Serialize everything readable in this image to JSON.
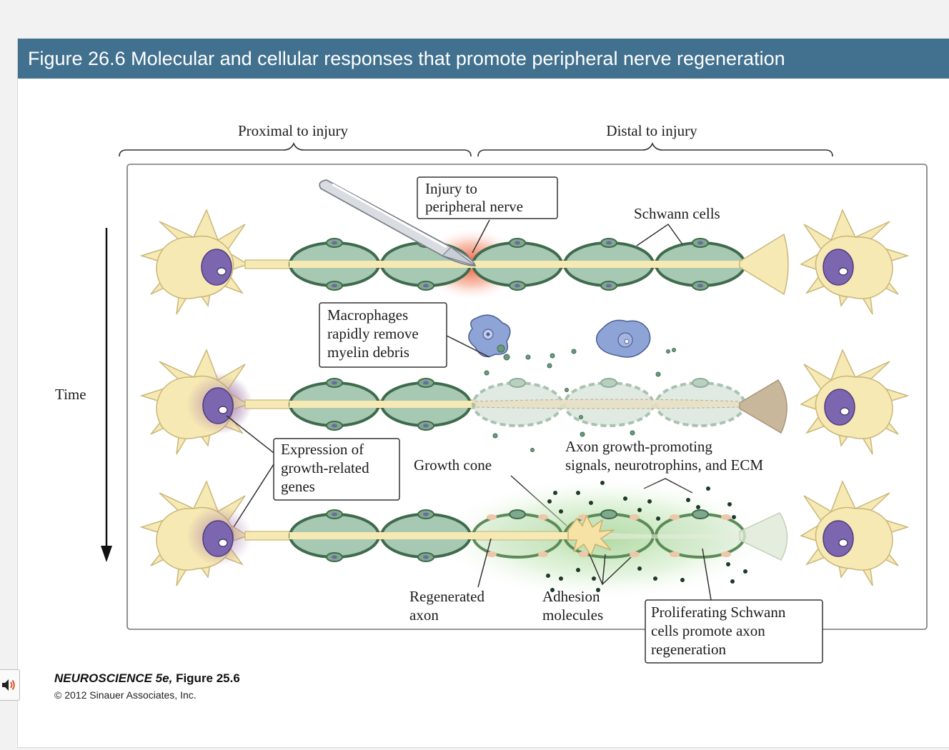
{
  "header": {
    "title": "Figure 26.6  Molecular and cellular responses that promote peripheral nerve regeneration"
  },
  "diagram": {
    "labels": {
      "proximal": "Proximal to injury",
      "distal": "Distal to injury",
      "time": "Time",
      "injury": [
        "Injury to",
        "peripheral nerve"
      ],
      "schwann": "Schwann cells",
      "macrophages": [
        "Macrophages",
        "rapidly remove",
        "myelin debris"
      ],
      "expression": [
        "Expression of",
        "growth-related",
        "genes"
      ],
      "growth_cone": "Growth cone",
      "signals": [
        "Axon growth-promoting",
        "signals, neurotrophins, and ECM"
      ],
      "regenerated": [
        "Regenerated",
        "axon"
      ],
      "adhesion": [
        "Adhesion",
        "molecules"
      ],
      "proliferating": [
        "Proliferating Schwann",
        "cells promote axon",
        "regeneration"
      ]
    }
  },
  "footer": {
    "book": "NEUROSCIENCE 5e,",
    "figure": "Figure 25.6",
    "copyright": "© 2012 Sinauer Associates, Inc."
  },
  "colors": {
    "title_bar": "#41718f",
    "neuron": "#f7e9b3",
    "nucleus": "#7c66b0",
    "schwann": "#a7c9b4",
    "schwann_outline": "#3f6b4d",
    "macrophage": "#8fa4d6",
    "injury": "#e85a32"
  }
}
